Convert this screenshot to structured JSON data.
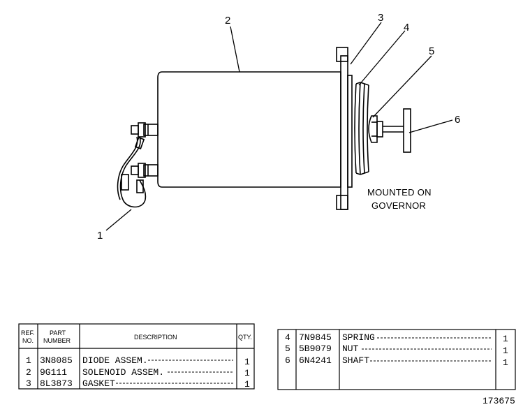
{
  "callouts": [
    "1",
    "2",
    "3",
    "4",
    "5",
    "6"
  ],
  "note": {
    "line1": "MOUNTED ON",
    "line2": "GOVERNOR"
  },
  "table_left": {
    "headers": {
      "ref1": "REF.",
      "ref2": "NO.",
      "part1": "PART",
      "part2": "NUMBER",
      "desc": "DESCRIPTION",
      "qty": "QTY."
    },
    "rows": [
      {
        "ref": "1",
        "part": "3N8085",
        "desc": "DIODE ASSEM.",
        "qty": "1"
      },
      {
        "ref": "2",
        "part": "9G111",
        "desc": "SOLENOID ASSEM.",
        "qty": "1"
      },
      {
        "ref": "3",
        "part": "8L3873",
        "desc": "GASKET",
        "qty": "1"
      }
    ]
  },
  "table_right": {
    "rows": [
      {
        "ref": "4",
        "part": "7N9845",
        "desc": "SPRING",
        "qty": "1"
      },
      {
        "ref": "5",
        "part": "5B9079",
        "desc": "NUT",
        "qty": "1"
      },
      {
        "ref": "6",
        "part": "6N4241",
        "desc": "SHAFT",
        "qty": "1"
      }
    ]
  },
  "figure_number": "173675"
}
